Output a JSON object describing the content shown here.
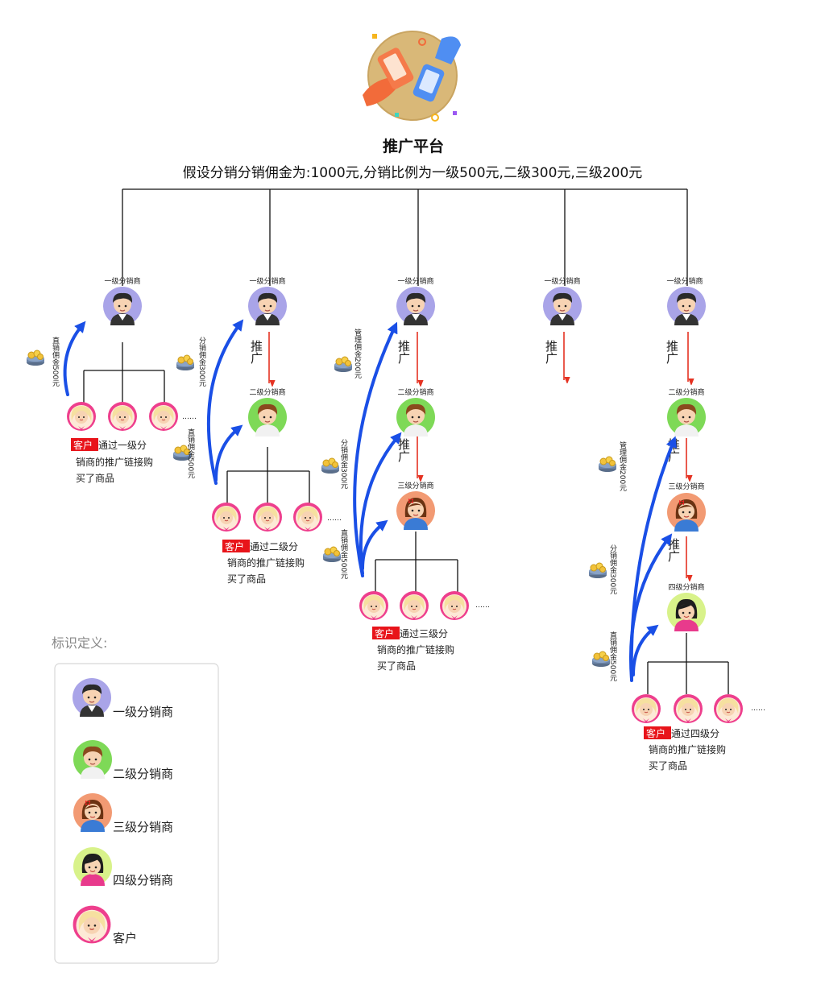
{
  "header": {
    "title": "推广平台",
    "subtitle": "假设分销分销佣金为:1000元,分销比例为一级500元,二级300元,三级200元"
  },
  "roles": {
    "level1": "一级分销商",
    "level2": "二级分销商",
    "level3": "三级分销商",
    "level4": "四级分销商",
    "customer": "客户"
  },
  "labels": {
    "push": "推广",
    "ellipsis": "……",
    "direct_commission": "直销佣金500元",
    "distribution_commission": "分销佣金300元",
    "management_commission": "管理佣金200元"
  },
  "captions": {
    "c1": {
      "badge": "客户",
      "line1": "通过一级分",
      "line2": "销商的推广链接购",
      "line3": "买了商品"
    },
    "c2": {
      "badge": "客户",
      "line1": "通过二级分",
      "line2": "销商的推广链接购",
      "line3": "买了商品"
    },
    "c3": {
      "badge": "客户",
      "line1": "通过三级分",
      "line2": "销商的推广链接购",
      "line3": "买了商品"
    },
    "c4": {
      "badge": "客户",
      "line1": "通过四级分",
      "line2": "销商的推广链接购",
      "line3": "买了商品"
    }
  },
  "legend": {
    "title": "标识定义:",
    "items": [
      "一级分销商",
      "二级分销商",
      "三级分销商",
      "四级分销商",
      "客户"
    ]
  },
  "colors": {
    "level1_ring": "#a9a4e8",
    "level2_ring": "#7ed957",
    "level3_ring": "#f29a73",
    "level4_ring": "#d8f28a",
    "customer_ring": "#ee3f8d",
    "arrow_red": "#e53222",
    "arrow_blue": "#1a4fe6",
    "badge_red": "#e8141a"
  }
}
